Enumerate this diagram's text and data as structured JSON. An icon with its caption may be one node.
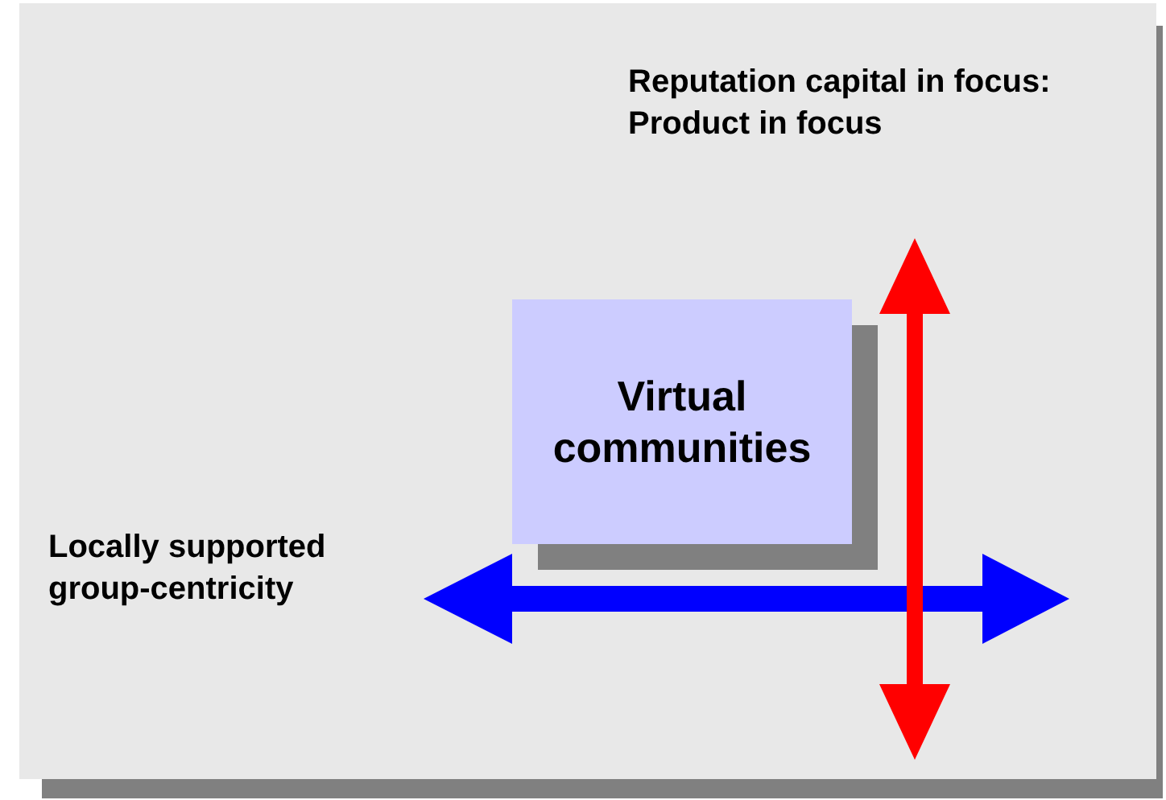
{
  "diagram": {
    "nodes": [
      {
        "text": [
          "Virtual communities"
        ]
      }
    ],
    "labels": [
      "Reputation capital in focus: Product in focus",
      "Locally supported group-centricity"
    ]
  }
}
